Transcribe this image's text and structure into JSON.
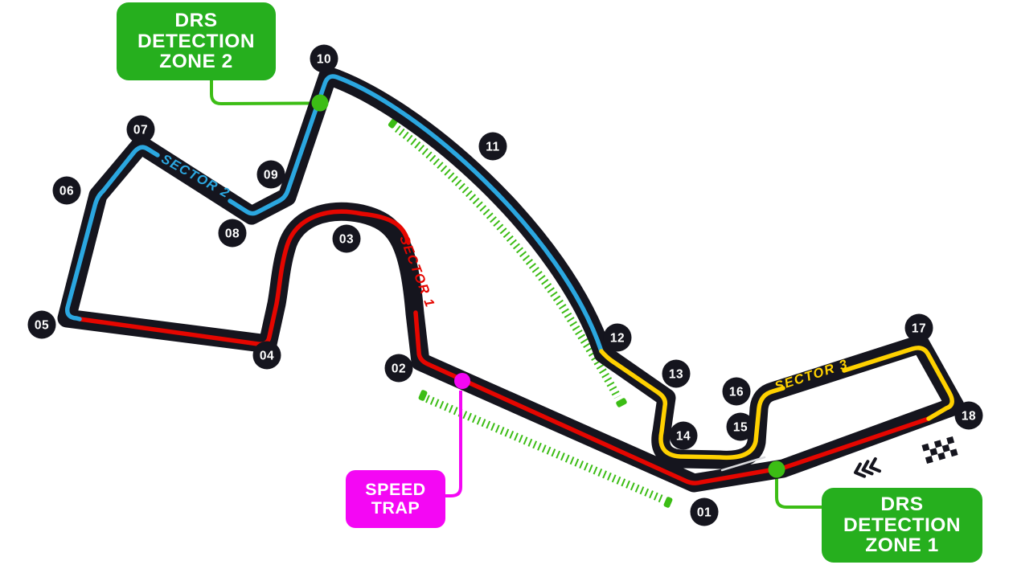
{
  "labels": {
    "drs_detection_zone_2": "DRS\nDETECTION\nZONE 2",
    "drs_detection_zone_1": "DRS\nDETECTION\nZONE 1",
    "speed_trap": "SPEED\nTRAP"
  },
  "sectors": [
    {
      "name": "SECTOR 1",
      "color": "#E50600"
    },
    {
      "name": "SECTOR 2",
      "color": "#2BA7E0"
    },
    {
      "name": "SECTOR 3",
      "color": "#FFD100"
    }
  ],
  "turns": [
    {
      "num": "01"
    },
    {
      "num": "02"
    },
    {
      "num": "03"
    },
    {
      "num": "04"
    },
    {
      "num": "05"
    },
    {
      "num": "06"
    },
    {
      "num": "07"
    },
    {
      "num": "08"
    },
    {
      "num": "09"
    },
    {
      "num": "10"
    },
    {
      "num": "11"
    },
    {
      "num": "12"
    },
    {
      "num": "13"
    },
    {
      "num": "14"
    },
    {
      "num": "15"
    },
    {
      "num": "16"
    },
    {
      "num": "17"
    },
    {
      "num": "18"
    }
  ],
  "colors": {
    "background": "#FFFFFF",
    "track": "#15151E",
    "sector1_red": "#E50600",
    "sector2_blue": "#2BA7E0",
    "sector3_yellow": "#FFD100",
    "drs_box_green": "#26AF1E",
    "drs_line_green": "#3CBD15",
    "speed_trap_magenta": "#F407F4",
    "badge_text": "#FFFFFF",
    "pit_line": "#D9D9DD"
  }
}
